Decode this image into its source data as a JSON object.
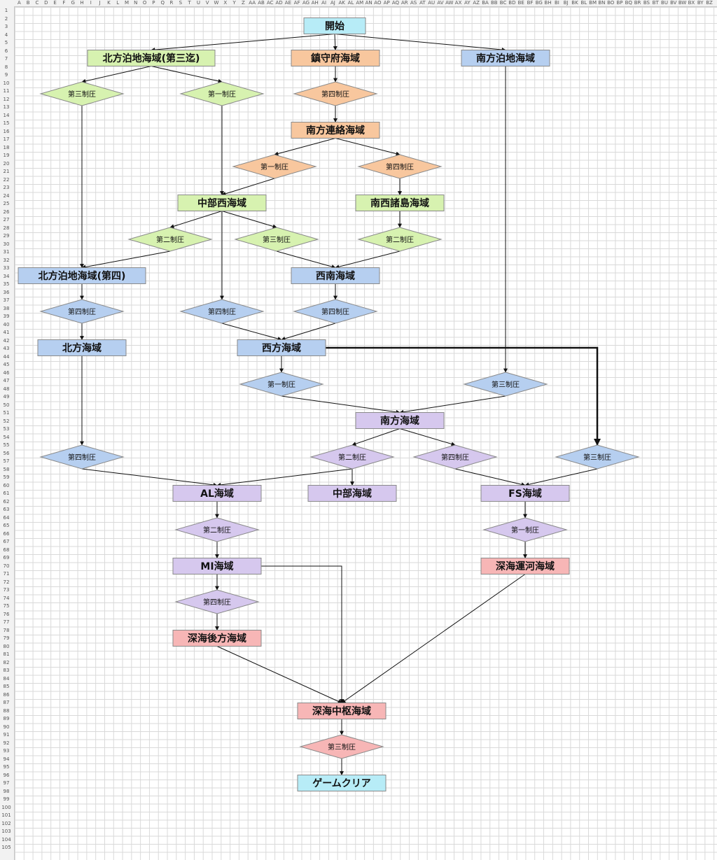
{
  "columns": [
    "A",
    "B",
    "C",
    "D",
    "E",
    "F",
    "G",
    "H",
    "I",
    "J",
    "K",
    "L",
    "M",
    "N",
    "O",
    "P",
    "Q",
    "R",
    "S",
    "T",
    "U",
    "V",
    "W",
    "X",
    "Y",
    "Z",
    "AA",
    "AB",
    "AC",
    "AD",
    "AE",
    "AF",
    "AG",
    "AH",
    "AI",
    "AJ",
    "AK",
    "AL",
    "AM",
    "AN",
    "AO",
    "AP",
    "AQ",
    "AR",
    "AS",
    "AT",
    "AU",
    "AV",
    "AW",
    "AX",
    "AY",
    "AZ",
    "BA",
    "BB",
    "BC",
    "BD",
    "BE",
    "BF",
    "BG",
    "BH",
    "BI",
    "BJ",
    "BK",
    "BL",
    "BM",
    "BN",
    "BO",
    "BP",
    "BQ",
    "BR",
    "BS",
    "BT",
    "BU",
    "BV",
    "BW",
    "BX",
    "BY",
    "BZ"
  ],
  "rows_count": 105,
  "colors": {
    "cyan": "#b7ecf7",
    "green": "#d7f2b0",
    "orange": "#f8c79e",
    "blue": "#b6cff0",
    "purple": "#d6c8ee",
    "red": "#f7b6b6"
  },
  "nodes": {
    "start": {
      "label": "開始",
      "color": "cyan"
    },
    "north_anch": {
      "label": "北方泊地海域(第三迄)",
      "color": "green"
    },
    "guard": {
      "label": "鎮守府海域",
      "color": "orange"
    },
    "south_anch": {
      "label": "南方泊地海域",
      "color": "blue"
    },
    "south_link": {
      "label": "南方連絡海域",
      "color": "orange"
    },
    "central_west": {
      "label": "中部西海域",
      "color": "green"
    },
    "nansei": {
      "label": "南西諸島海域",
      "color": "green"
    },
    "north_anch4": {
      "label": "北方泊地海域(第四)",
      "color": "blue"
    },
    "southwest": {
      "label": "西南海域",
      "color": "blue"
    },
    "north": {
      "label": "北方海域",
      "color": "blue"
    },
    "west": {
      "label": "西方海域",
      "color": "blue"
    },
    "south": {
      "label": "南方海域",
      "color": "purple"
    },
    "al": {
      "label": "AL海域",
      "color": "purple"
    },
    "central": {
      "label": "中部海域",
      "color": "purple"
    },
    "fs": {
      "label": "FS海域",
      "color": "purple"
    },
    "mi": {
      "label": "MI海域",
      "color": "purple"
    },
    "deep_canal": {
      "label": "深海運河海域",
      "color": "red"
    },
    "deep_rear": {
      "label": "深海後方海域",
      "color": "red"
    },
    "deep_core": {
      "label": "深海中枢海域",
      "color": "red"
    },
    "clear": {
      "label": "ゲームクリア",
      "color": "cyan"
    }
  },
  "conditions": {
    "c1": {
      "label": "第三制圧",
      "color": "green"
    },
    "c2": {
      "label": "第一制圧",
      "color": "green"
    },
    "c3": {
      "label": "第四制圧",
      "color": "orange"
    },
    "c4": {
      "label": "第一制圧",
      "color": "orange"
    },
    "c5": {
      "label": "第四制圧",
      "color": "orange"
    },
    "c6": {
      "label": "第二制圧",
      "color": "green"
    },
    "c7": {
      "label": "第三制圧",
      "color": "green"
    },
    "c8": {
      "label": "第二制圧",
      "color": "green"
    },
    "c9": {
      "label": "第四制圧",
      "color": "blue"
    },
    "c10": {
      "label": "第四制圧",
      "color": "blue"
    },
    "c11": {
      "label": "第四制圧",
      "color": "blue"
    },
    "c12": {
      "label": "第一制圧",
      "color": "blue"
    },
    "c13": {
      "label": "第三制圧",
      "color": "blue"
    },
    "c14": {
      "label": "第四制圧",
      "color": "blue"
    },
    "c15": {
      "label": "第二制圧",
      "color": "purple"
    },
    "c16": {
      "label": "第四制圧",
      "color": "purple"
    },
    "c17": {
      "label": "第三制圧",
      "color": "blue"
    },
    "c18": {
      "label": "第二制圧",
      "color": "purple"
    },
    "c19": {
      "label": "第一制圧",
      "color": "purple"
    },
    "c20": {
      "label": "第四制圧",
      "color": "purple"
    },
    "c21": {
      "label": "第三制圧",
      "color": "red"
    }
  },
  "edges": [
    [
      "start",
      "north_anch"
    ],
    [
      "start",
      "guard"
    ],
    [
      "start",
      "south_anch"
    ],
    [
      "north_anch",
      "c1"
    ],
    [
      "north_anch",
      "c2"
    ],
    [
      "guard",
      "c3"
    ],
    [
      "c3",
      "south_link"
    ],
    [
      "south_link",
      "c4"
    ],
    [
      "south_link",
      "c5"
    ],
    [
      "c4",
      "central_west"
    ],
    [
      "c2",
      "central_west"
    ],
    [
      "c5",
      "nansei"
    ],
    [
      "central_west",
      "c6"
    ],
    [
      "central_west",
      "c7"
    ],
    [
      "nansei",
      "c8"
    ],
    [
      "c1",
      "north_anch4"
    ],
    [
      "c6",
      "north_anch4"
    ],
    [
      "c7",
      "southwest"
    ],
    [
      "c8",
      "southwest"
    ],
    [
      "north_anch4",
      "c9"
    ],
    [
      "c9",
      "north"
    ],
    [
      "central_west",
      "c10"
    ],
    [
      "southwest",
      "c11"
    ],
    [
      "c10",
      "west"
    ],
    [
      "c11",
      "west"
    ],
    [
      "west",
      "c12"
    ],
    [
      "south_anch",
      "c13"
    ],
    [
      "c12",
      "south"
    ],
    [
      "c13",
      "south"
    ],
    [
      "north",
      "c14"
    ],
    [
      "south",
      "c15"
    ],
    [
      "south",
      "c16"
    ],
    [
      "c14",
      "al"
    ],
    [
      "c15",
      "al"
    ],
    [
      "c15",
      "central"
    ],
    [
      "c16",
      "fs"
    ],
    [
      "c17",
      "fs"
    ],
    [
      "al",
      "c18"
    ],
    [
      "c18",
      "mi"
    ],
    [
      "fs",
      "c19"
    ],
    [
      "c19",
      "deep_canal"
    ],
    [
      "mi",
      "c20"
    ],
    [
      "c20",
      "deep_rear"
    ],
    [
      "mi",
      "deep_core"
    ],
    [
      "deep_rear",
      "deep_core"
    ],
    [
      "deep_canal",
      "deep_core"
    ],
    [
      "deep_core",
      "c21"
    ],
    [
      "c21",
      "clear"
    ]
  ],
  "bold_edges": [
    [
      "west",
      "c17"
    ]
  ]
}
